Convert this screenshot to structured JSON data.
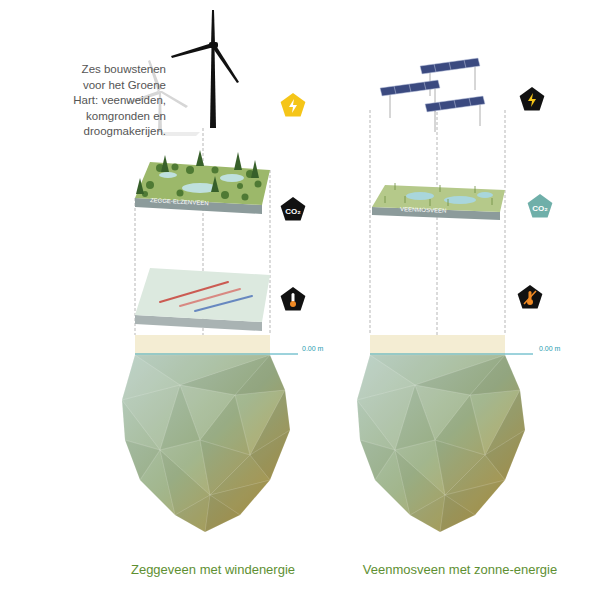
{
  "diagram": {
    "nodes": [
      {
        "text": [
          "CO₂"
        ]
      },
      {
        "text": [
          "CO₂"
        ]
      }
    ],
    "labels": [
      "Zes bouwstenen voor het Groene Hart: veenweiden, komgronden en droogmakerijen.",
      "ZEGGE-ELZENVEEN",
      "VEENMOSVEEN",
      "0.00 m",
      "0.00 m",
      "Zeggeveen met windenergie",
      "Veenmosveen met zonne-energie"
    ]
  }
}
